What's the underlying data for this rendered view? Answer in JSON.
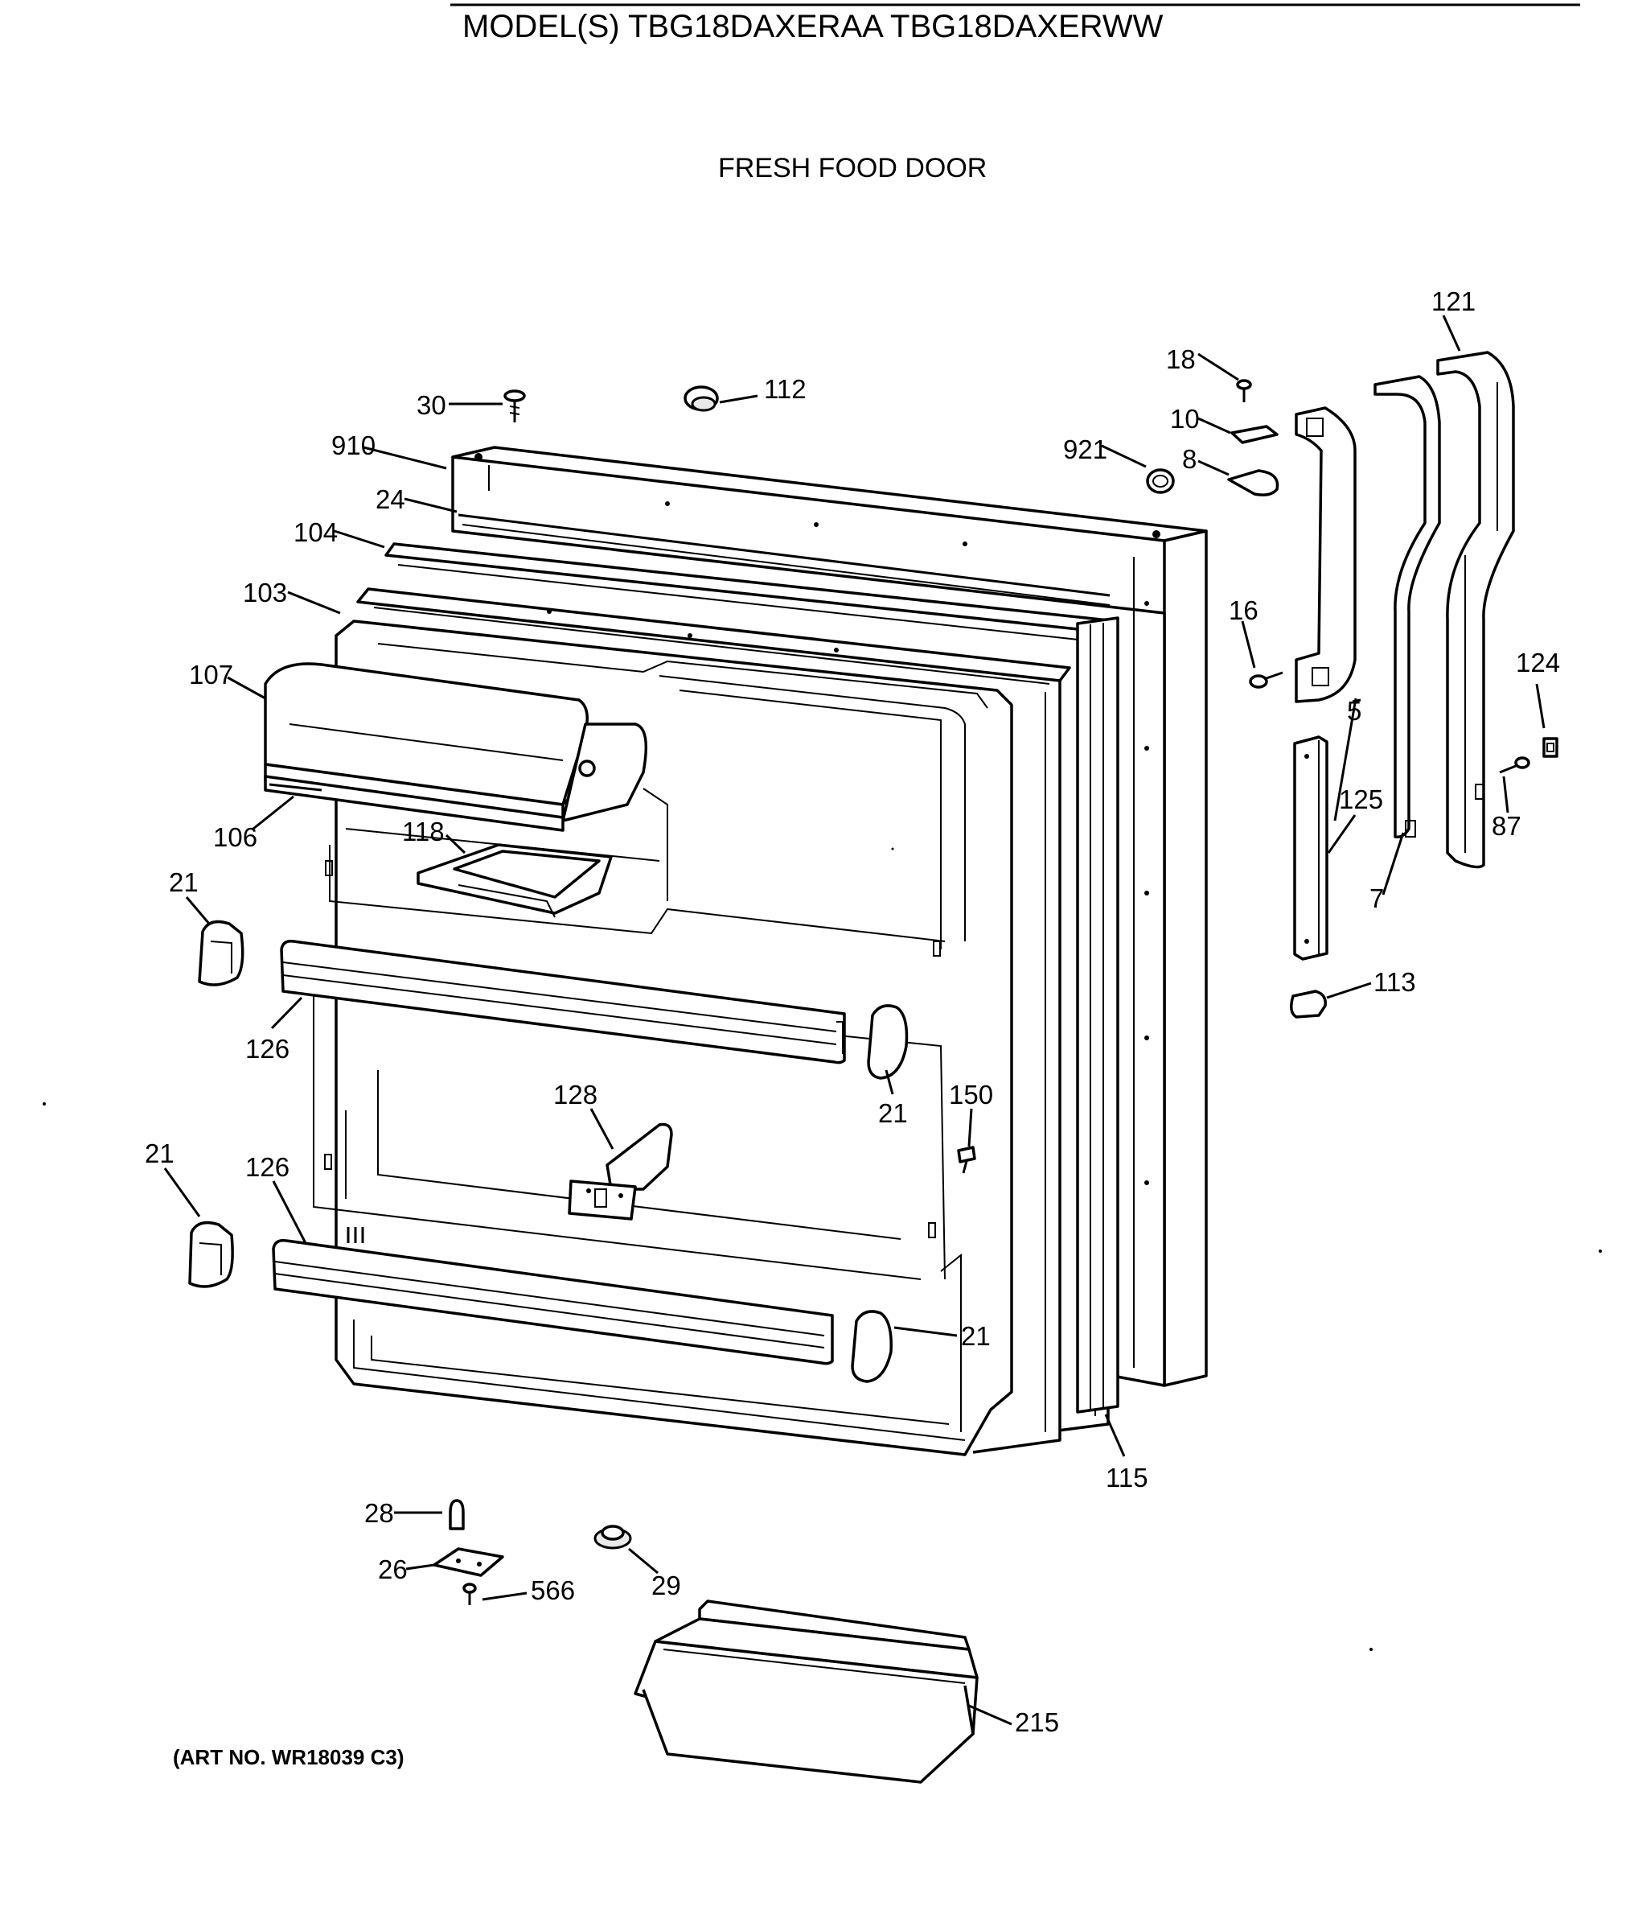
{
  "header": {
    "model_line": "MODEL(S) TBG18DAXERAA  TBG18DAXERWW",
    "section_title": "FRESH FOOD DOOR"
  },
  "footer": {
    "art_number": "(ART NO. WR18039 C3)"
  },
  "callouts": {
    "c121": "121",
    "c18": "18",
    "c30": "30",
    "c112": "112",
    "c10": "10",
    "c910": "910",
    "c921": "921",
    "c8": "8",
    "c24": "24",
    "c104": "104",
    "c103": "103",
    "c16": "16",
    "c107": "107",
    "c124": "124",
    "c5": "5",
    "c125": "125",
    "c87": "87",
    "c118": "118",
    "c106": "106",
    "c7": "7",
    "c21a": "21",
    "c113": "113",
    "c126a": "126",
    "c150": "150",
    "c128": "128",
    "c21b": "21",
    "c21c": "21",
    "c126b": "126",
    "c21d": "21",
    "c115": "115",
    "c28": "28",
    "c26": "26",
    "c566": "566",
    "c29": "29",
    "c215": "215"
  }
}
